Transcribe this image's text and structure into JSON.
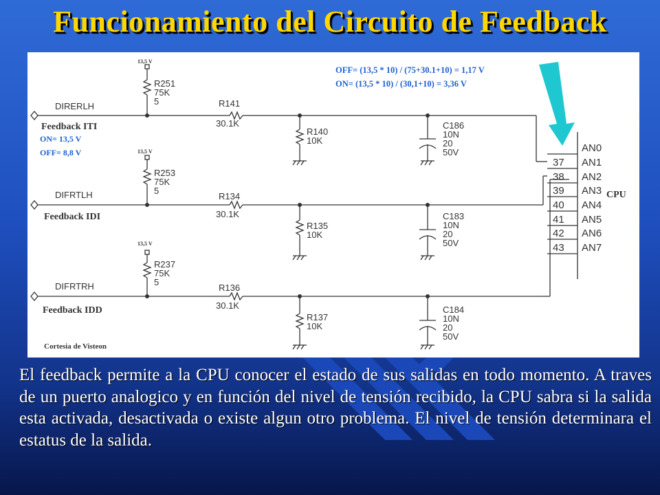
{
  "slide": {
    "title": "Funcionamiento del Circuito de Feedback",
    "body_text": "El feedback permite a la CPU conocer el estado de sus salidas en todo momento. A traves de un puerto analogico y en función del nivel de tensión recibido, la CPU sabra si la salida esta activada, desactivada o existe algun otro problema. El nivel de tensión determinara el estatus de la salida."
  },
  "diagram": {
    "formula_off": "OFF= (13,5 * 10) / (75+30.1+10) = 1,17 V",
    "formula_on": "ON= (13,5 * 10) / (30,1+10) = 3,36 V",
    "iti_on": "ON= 13,5 V",
    "iti_off": "OFF= 8,8 V",
    "courtesy": "Cortesia de Visteon",
    "cpu_label": "CPU",
    "supply_label": "13,5 V",
    "channels": [
      {
        "net": "DIRERLH",
        "feedback": "Feedback ITI",
        "r_pull": "R251",
        "r_pull_val": "75K",
        "r_pull_tol": "5",
        "r_series": "R141",
        "r_series_val": "30.1K",
        "r_shunt": "R140",
        "r_shunt_val": "10K",
        "cap": "C186",
        "cap_val": "10N",
        "cap_v1": "20",
        "cap_v2": "50V"
      },
      {
        "net": "DIFRTLH",
        "feedback": "Feedback IDI",
        "r_pull": "R253",
        "r_pull_val": "75K",
        "r_pull_tol": "5",
        "r_series": "R134",
        "r_series_val": "30.1K",
        "r_shunt": "R135",
        "r_shunt_val": "10K",
        "cap": "C183",
        "cap_val": "10N",
        "cap_v1": "20",
        "cap_v2": "50V"
      },
      {
        "net": "DIFRTRH",
        "feedback": "Feedback IDD",
        "r_pull": "R237",
        "r_pull_val": "75K",
        "r_pull_tol": "5",
        "r_series": "R136",
        "r_series_val": "30.1K",
        "r_shunt": "R137",
        "r_shunt_val": "10K",
        "cap": "C184",
        "cap_val": "10N",
        "cap_v1": "20",
        "cap_v2": "50V"
      }
    ],
    "pins": [
      "37",
      "38",
      "39",
      "40",
      "41",
      "42",
      "43"
    ],
    "ports": [
      "AN0",
      "AN1",
      "AN2",
      "AN3",
      "AN4",
      "AN5",
      "AN6",
      "AN7"
    ],
    "colors": {
      "accent_blue": "#1e5fd0",
      "arrow_cyan": "#1fc8d0",
      "title_yellow": "#ffd700"
    }
  }
}
